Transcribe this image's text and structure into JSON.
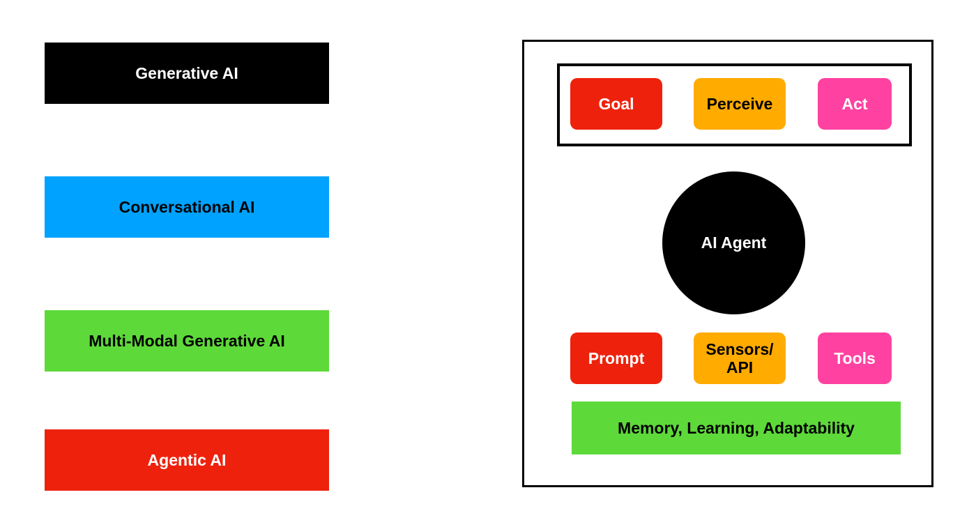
{
  "left_column": {
    "items": [
      {
        "label": "Generative AI",
        "bg": "#000000",
        "fg": "#ffffff"
      },
      {
        "label": "Conversational AI",
        "bg": "#00a2ff",
        "fg": "#000000"
      },
      {
        "label": "Multi-Modal Generative AI",
        "bg": "#5ed93a",
        "fg": "#000000"
      },
      {
        "label": "Agentic AI",
        "bg": "#ee220c",
        "fg": "#ffffff"
      }
    ]
  },
  "agent_diagram": {
    "top_row": [
      {
        "label": "Goal",
        "bg": "#ee220c",
        "fg": "#ffffff"
      },
      {
        "label": "Perceive",
        "bg": "#ffab00",
        "fg": "#000000"
      },
      {
        "label": "Act",
        "bg": "#ff42a1",
        "fg": "#ffffff"
      }
    ],
    "center": {
      "label": "AI Agent"
    },
    "bottom_row": [
      {
        "label": "Prompt",
        "bg": "#ee220c",
        "fg": "#ffffff"
      },
      {
        "label": "Sensors/\nAPI",
        "bg": "#ffab00",
        "fg": "#000000"
      },
      {
        "label": "Tools",
        "bg": "#ff42a1",
        "fg": "#ffffff"
      }
    ],
    "foundation": {
      "label": "Memory, Learning, Adaptability",
      "bg": "#5ed93a",
      "fg": "#000000"
    }
  }
}
